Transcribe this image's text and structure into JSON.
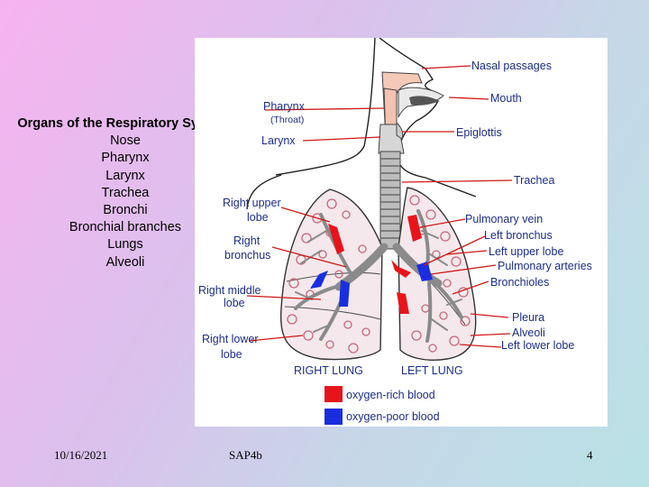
{
  "organs_list": {
    "heading": "Organs of the Respiratory System:",
    "items": [
      "Nose",
      "Pharynx",
      "Larynx",
      "Trachea",
      "Bronchi",
      "Bronchial branches",
      "Lungs",
      "Alveoli"
    ]
  },
  "diagram": {
    "labels": {
      "nasal_passages": "Nasal passages",
      "mouth": "Mouth",
      "pharynx": "Pharynx",
      "throat": "(Throat)",
      "larynx": "Larynx",
      "epiglottis": "Epiglottis",
      "trachea": "Trachea",
      "right_upper_lobe_1": "Right upper",
      "right_upper_lobe_2": "lobe",
      "pulmonary_vein": "Pulmonary vein",
      "right_bronchus_1": "Right",
      "right_bronchus_2": "bronchus",
      "left_bronchus": "Left bronchus",
      "left_upper_lobe": "Left upper lobe",
      "pulmonary_arteries": "Pulmonary arteries",
      "bronchioles": "Bronchioles",
      "right_middle_lobe_1": "Right middle",
      "right_middle_lobe_2": "lobe",
      "pleura": "Pleura",
      "alveoli": "Alveoli",
      "left_lower_lobe": "Left lower lobe",
      "right_lower_lobe_1": "Right lower",
      "right_lower_lobe_2": "lobe",
      "right_lung": "RIGHT LUNG",
      "left_lung": "LEFT LUNG"
    },
    "legend": {
      "oxygen_rich": "oxygen-rich blood",
      "oxygen_poor": "oxygen-poor blood"
    },
    "colors": {
      "label_text": "#1d2d8a",
      "leader_line": "#d01818",
      "oxygen_rich": "#e8141c",
      "oxygen_poor": "#1a2ee0",
      "alveoli": "#c4687a",
      "airway": "#8a8a8a"
    }
  },
  "footer": {
    "date": "10/16/2021",
    "code": "SAP4b",
    "page": "4"
  }
}
